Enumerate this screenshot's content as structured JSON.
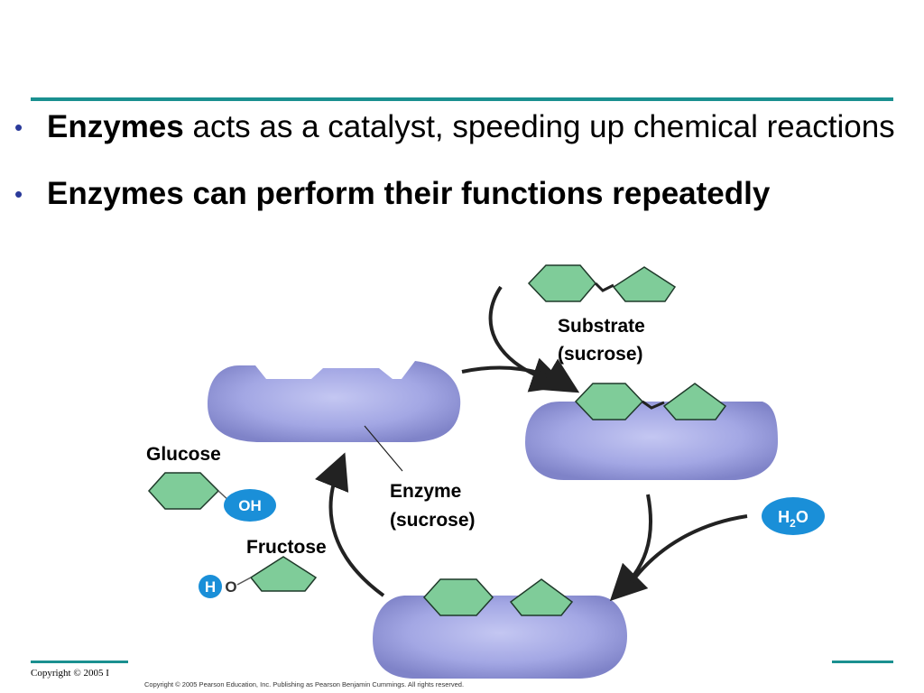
{
  "bullets": [
    {
      "bold": "Enzymes",
      "rest": " acts as a catalyst, speeding up chemical reactions"
    },
    {
      "bold": "Enzymes can perform their functions repeatedly",
      "rest": ""
    }
  ],
  "labels": {
    "substrate_line1": "Substrate",
    "substrate_line2": "(sucrose)",
    "enzyme_line1": "Enzyme",
    "enzyme_line2": "(sucrose)",
    "glucose": "Glucose",
    "fructose": "Fructose",
    "oh": "OH",
    "h": "H",
    "o": "O",
    "water_h": "H",
    "water_sub": "2",
    "water_o": "O"
  },
  "footer": {
    "copyright_left": "Copyright © 2005 I",
    "copyright_full": "Copyright © 2005 Pearson Education, Inc. Publishing as Pearson Benjamin Cummings. All rights reserved."
  },
  "colors": {
    "accent_rule": "#1a9090",
    "bullet_dot": "#2a3a9a",
    "enzyme": "#9a9ee0",
    "molecule_fill": "#7fcc99",
    "ion_blue": "#1a8fd8"
  }
}
